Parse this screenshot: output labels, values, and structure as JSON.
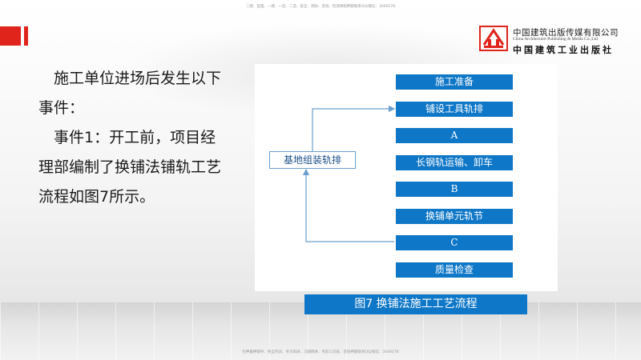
{
  "header": {
    "top_note": "二建、监理、一建、一造、二造、安全、消防、咨询、检测课程押题联系QQ/微信：3049178",
    "bottom_note": "包押最押辅导、免全内训、考点串讲、习题精讲、考前三页纸、咨询押题联系QQ/微信：3049178"
  },
  "publisher": {
    "name_cn": "中国建筑出版传媒有限公司",
    "name_en": "China Architecture Publishing & Media Co.,Ltd",
    "name_cn2": "中国建筑工业出版社",
    "accent_color": "#e0231b"
  },
  "body": {
    "paragraph1": "施工单位进场后发生以下事件：",
    "paragraph2": "事件1：开工前，项目经理部编制了换铺法铺轨工艺流程如图7所示。"
  },
  "figure": {
    "steps": [
      "施工准备",
      "铺设工具轨排",
      "A",
      "长钢轨运输、卸车",
      "B",
      "换铺单元轨节",
      "C",
      "质量检查"
    ],
    "side_step": "基地组装轨排",
    "caption": "图7 换铺法施工工艺流程",
    "box_color": "#0f77c7"
  }
}
